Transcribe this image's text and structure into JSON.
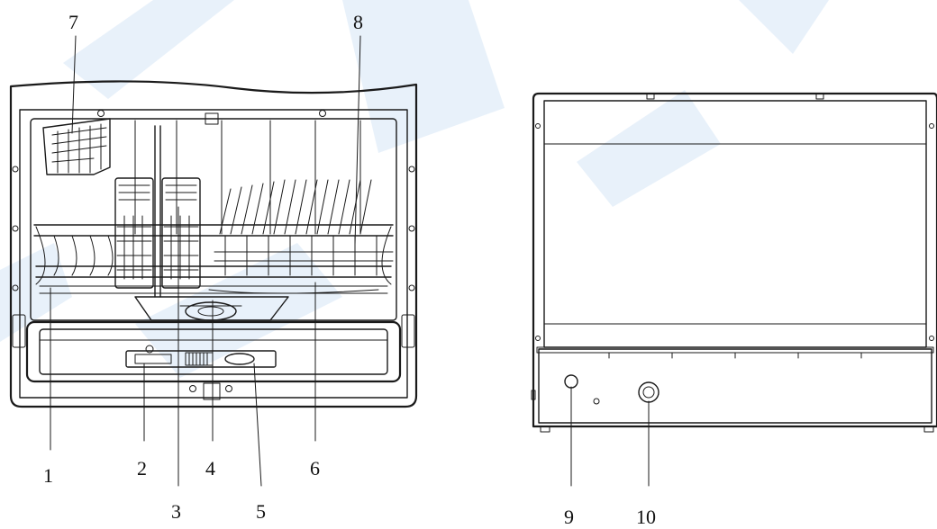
{
  "front_view": {
    "callouts": {
      "c1": "1",
      "c2": "2",
      "c3": "3",
      "c4": "4",
      "c5": "5",
      "c6": "6",
      "c7": "7",
      "c8": "8"
    }
  },
  "back_view": {
    "callouts": {
      "c9": "9",
      "c10": "10"
    }
  },
  "colors": {
    "line": "#1a1a1a",
    "watermark": "#4f92d6",
    "background": "#ffffff"
  }
}
